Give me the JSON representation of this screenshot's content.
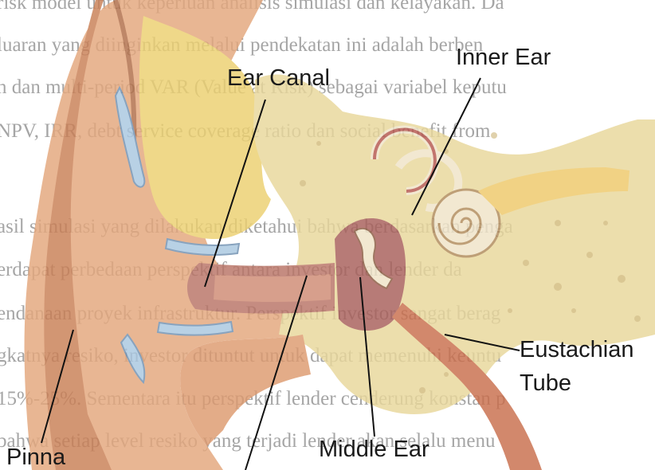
{
  "background_text": [
    "risk model untuk keperluan analisis simulasi dan kelayakan. Da",
    "luaran yang diinginkan melalui pendekatan ini adalah berben",
    "n dan multi-period VAR (Value at Risk) sebagai variabel keputu",
    "NPV, IRR, debt service coverage ratio dan social benefit from",
    "asil simulasi yang dilakukan diketahui bahwa berdasarkan penga",
    "erdapat perbedaan perspektif antara investor dan lender da",
    "endanaan proyek infrastruktur. Perspektif investor sangat berag",
    "gkatnya resiko, investor dituntut untuk dapat memenuhi keuntu",
    "15%-25%. Sementara itu perspektif lender cenderung konstan p",
    "bahwa setiap level resiko yang terjadi lender akan selalu menu"
  ],
  "labels": {
    "ear_canal": "Ear Canal",
    "inner_ear": "Inner Ear",
    "eustachian_tube": "Eustachian\nTube",
    "middle_ear": "Middle Ear",
    "pinna": "Pinna"
  },
  "colors": {
    "skin": "#e4a77c",
    "skin_dark": "#c97f55",
    "bone": "#e9d79b",
    "cartilage": "#a9c7e0",
    "canal": "#b97466",
    "cochlea": "#f0e4c8",
    "tube": "#c96e4c"
  }
}
